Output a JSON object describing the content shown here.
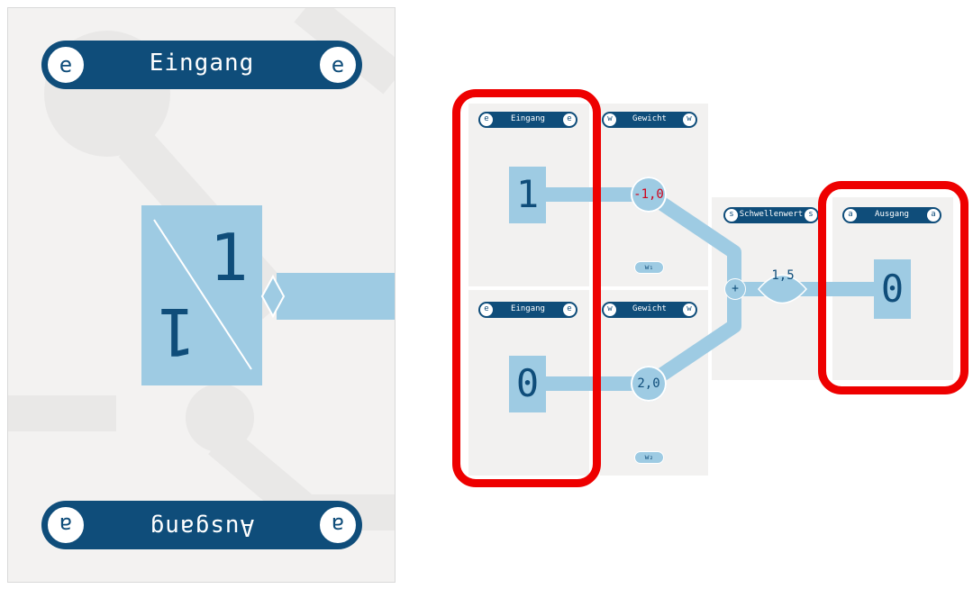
{
  "big_card": {
    "top_label": "Eingang",
    "top_port_left": "e",
    "top_port_right": "e",
    "bottom_label": "Ausgang",
    "bottom_port_left": "a",
    "bottom_port_right": "a",
    "value_top": "1",
    "value_bottom": "1"
  },
  "network": {
    "input1": {
      "label": "Eingang",
      "port": "e",
      "value": "1"
    },
    "input2": {
      "label": "Eingang",
      "port": "e",
      "value": "0"
    },
    "weight1": {
      "label": "Gewicht",
      "port": "w",
      "value": "-1,0",
      "tag": "w₁"
    },
    "weight2": {
      "label": "Gewicht",
      "port": "w",
      "value": "2,0",
      "tag": "w₂"
    },
    "threshold": {
      "label": "Schwellenwert",
      "port": "s",
      "value": "1,5",
      "sum_symbol": "+"
    },
    "output": {
      "label": "Ausgang",
      "port": "a",
      "value": "0"
    }
  },
  "colors": {
    "navy": "#0f4d7a",
    "light_blue": "#9ecbe3",
    "card_bg": "#f2f1f0",
    "highlight_red": "#ee0000",
    "negative_red": "#d0021b"
  }
}
